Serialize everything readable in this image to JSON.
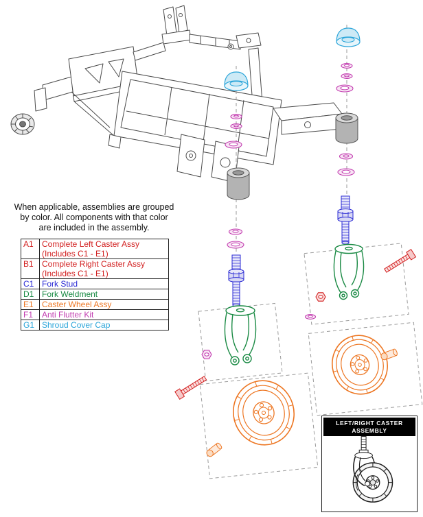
{
  "note": {
    "lines": [
      "When applicable, assemblies are grouped",
      "by color. All components with that color",
      "are included in the assembly."
    ]
  },
  "legend": {
    "rows": [
      {
        "code": "A1",
        "label_line1": "Complete Left Caster Assy",
        "label_line2": "(Includes C1 - E1)",
        "color": "#d22020"
      },
      {
        "code": "B1",
        "label_line1": "Complete Right Caster Assy",
        "label_line2": "(Includes C1 - E1)",
        "color": "#d22020"
      },
      {
        "code": "C1",
        "label_line1": "Fork Stud",
        "color": "#2a2ad4"
      },
      {
        "code": "D1",
        "label_line1": "Fork Weldment",
        "color": "#1a8a44"
      },
      {
        "code": "E1",
        "label_line1": "Caster Wheel Assy",
        "color": "#ed7622"
      },
      {
        "code": "F1",
        "label_line1": "Anti Flutter Kit",
        "color": "#c23cb0"
      },
      {
        "code": "G1",
        "label_line1": "Shroud Cover Cap",
        "color": "#29a4d9"
      }
    ]
  },
  "inset": {
    "caption_line1": "LEFT/RIGHT CASTER",
    "caption_line2": "ASSEMBLY"
  },
  "palette": {
    "frame_gray": "#4a4a4a",
    "assembly_red": "#d22020",
    "fork_stud_blue": "#2a2ad4",
    "fork_weldment_green": "#1a8a44",
    "caster_wheel_orange": "#ed7622",
    "anti_flutter_magenta": "#c23cb0",
    "shroud_cap_cyan": "#29a4d9",
    "guide_gray": "#9a9a9a",
    "inset_black": "#1d1d1d"
  }
}
